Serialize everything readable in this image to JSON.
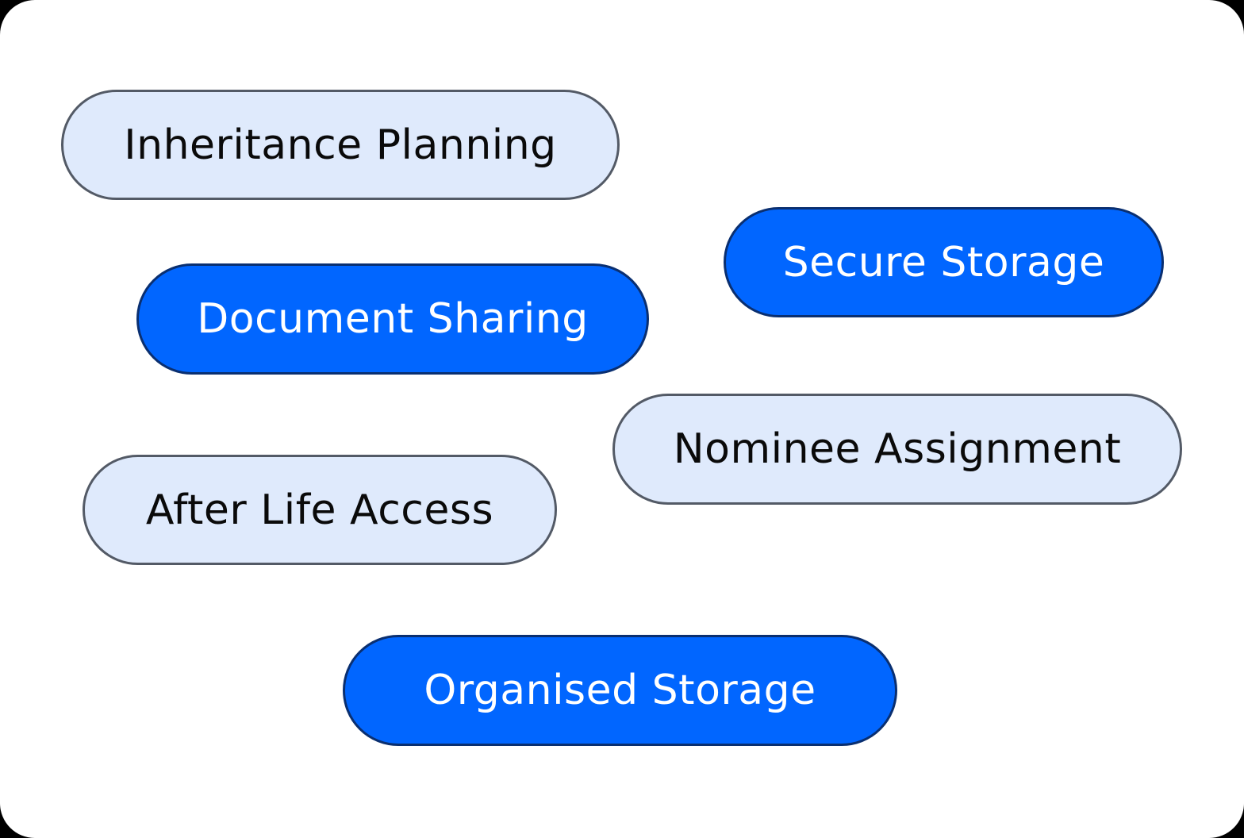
{
  "pills": {
    "inheritance_planning": "Inheritance Planning",
    "secure_storage": "Secure Storage",
    "document_sharing": "Document Sharing",
    "nominee_assignment": "Nominee Assignment",
    "after_life_access": "After Life Access",
    "organised_storage": "Organised Storage"
  },
  "colors": {
    "light_fill": "#dfeafc",
    "light_border": "#535a66",
    "blue_fill": "#0166ff",
    "blue_border": "#0a2f70",
    "card_background": "#ffffff"
  }
}
